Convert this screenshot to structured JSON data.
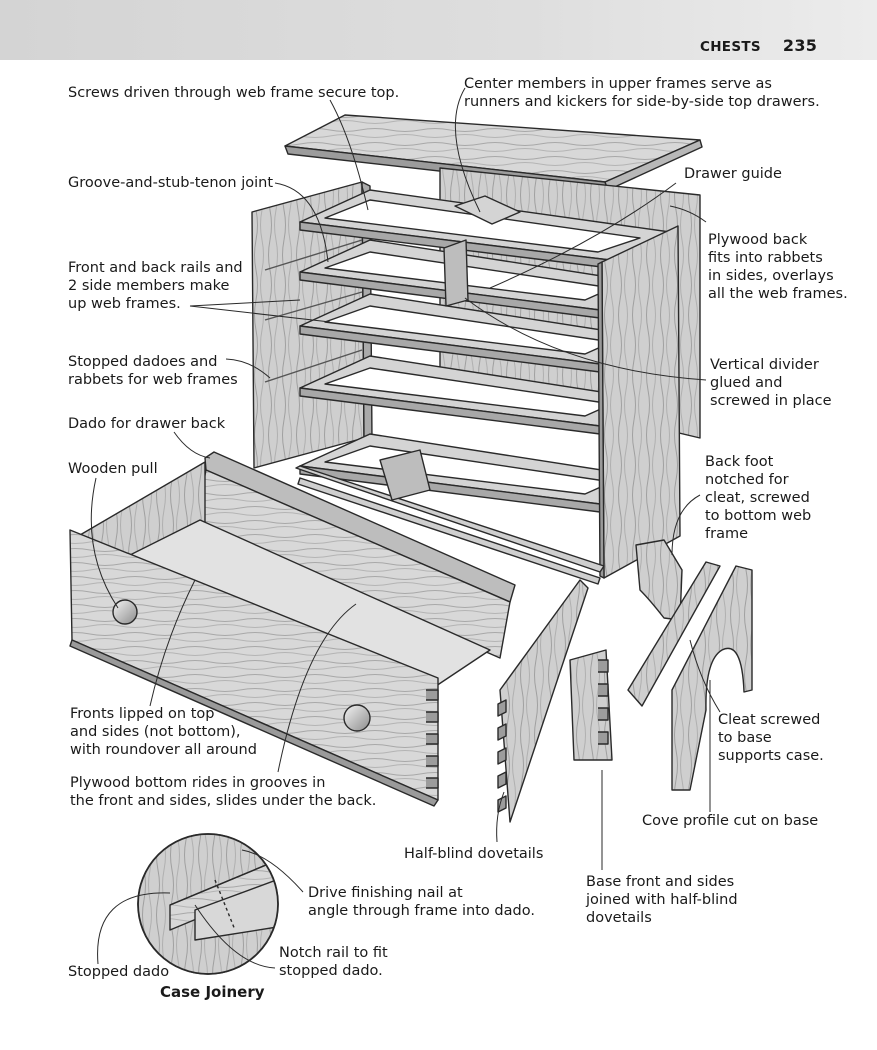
{
  "header": {
    "section": "CHESTS",
    "page_number": "235"
  },
  "callouts": {
    "screws_top": "Screws driven through web frame secure top.",
    "center_members": "Center members in upper frames serve as\nrunners and kickers for side-by-side top drawers.",
    "groove_tenon": "Groove-and-stub-tenon joint",
    "drawer_guide": "Drawer guide",
    "plywood_back": "Plywood back\nfits into rabbets\nin sides, overlays\nall the web frames.",
    "front_back_rails": "Front and back rails and\n2 side members make\nup web frames.",
    "stopped_dadoes": "Stopped dadoes and\nrabbets for web frames",
    "vertical_divider": "Vertical divider\nglued and\nscrewed in place",
    "dado_drawer_back": "Dado for drawer back",
    "wooden_pull": "Wooden pull",
    "back_foot": "Back foot\nnotched for\ncleat, screwed\nto bottom web\nframe",
    "fronts_lipped": "Fronts lipped on top\nand sides (not bottom),\nwith roundover all around",
    "cleat_screwed": "Cleat screwed\nto base\nsupports case.",
    "plywood_bottom": "Plywood bottom rides in grooves in\nthe front and sides, slides under the back.",
    "cove_profile": "Cove profile cut on base",
    "half_blind": "Half-blind dovetails",
    "drive_nail": "Drive finishing nail at\nangle through frame into dado.",
    "base_front": "Base front and sides\njoined with half-blind\ndovetails",
    "notch_rail": "Notch rail to fit\nstopped dado.",
    "stopped_dado": "Stopped dado"
  },
  "inset_caption": "Case Joinery"
}
